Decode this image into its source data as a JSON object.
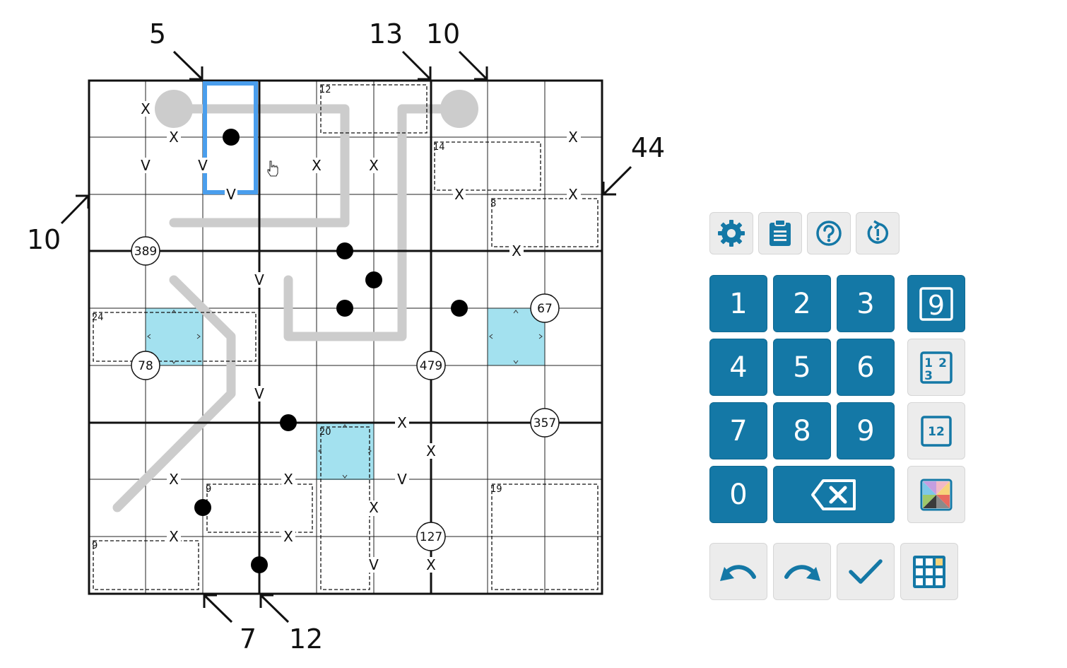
{
  "outside_clues": {
    "top_c2": "5",
    "top_c6": "13",
    "top_c7": "10",
    "left_r2": "10",
    "right_r2": "44",
    "bottom_c2": "7",
    "bottom_c3": "12"
  },
  "cages": {
    "c12": "12",
    "c14": "14",
    "c8": "8",
    "c24": "24",
    "c20": "20",
    "c9a": "9",
    "c9b": "9",
    "c19": "19"
  },
  "xv": {
    "x": "X",
    "v": "V"
  },
  "circles": {
    "c389": "389",
    "c67": "67",
    "c78": "78",
    "c479": "479",
    "c357": "357",
    "c127": "127"
  },
  "keypad": {
    "d1": "1",
    "d2": "2",
    "d3": "3",
    "d4": "4",
    "d5": "5",
    "d6": "6",
    "d7": "7",
    "d8": "8",
    "d9": "9",
    "d0": "0"
  },
  "icons": {
    "settings": "gear-icon",
    "rules": "clipboard-icon",
    "help": "help-icon",
    "restart": "restart-icon",
    "delete": "backspace-icon",
    "undo": "undo-icon",
    "redo": "redo-icon",
    "check": "check-icon",
    "mode_normal": "big-digit-mode-icon",
    "mode_corner": "corner-mark-icon",
    "mode_center": "center-mark-icon",
    "mode_color": "color-palette-icon",
    "layout": "grid-layout-icon"
  },
  "colors": {
    "accent": "#1478a6",
    "highlight": "#a3e1ef",
    "selection": "#4a9eed",
    "line": "#cccccc"
  }
}
